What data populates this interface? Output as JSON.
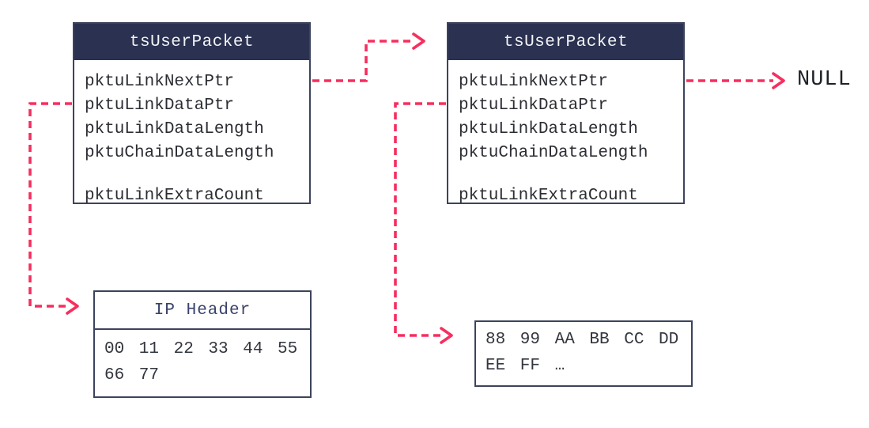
{
  "packets": [
    {
      "title": "tsUserPacket",
      "fields": [
        "pktuLinkNextPtr",
        "pktuLinkDataPtr",
        "pktuLinkDataLength",
        "pktuChainDataLength"
      ],
      "extra_field": "pktuLinkExtraCount"
    },
    {
      "title": "tsUserPacket",
      "fields": [
        "pktuLinkNextPtr",
        "pktuLinkDataPtr",
        "pktuLinkDataLength",
        "pktuChainDataLength"
      ],
      "extra_field": "pktuLinkExtraCount"
    }
  ],
  "null_label": "NULL",
  "ip_header_box": {
    "title": "IP Header",
    "lines": [
      "00 11 22 33 44 55",
      "66 77"
    ]
  },
  "payload_box": {
    "lines": [
      "88 99 AA BB CC DD",
      "EE FF …"
    ]
  },
  "colors": {
    "packet_header_bg": "#2B3150",
    "packet_header_text": "#F2F3F5",
    "box_border": "#3C435C",
    "field_text": "#2B2D33",
    "ip_title_text": "#39426B",
    "hex_text": "#33363E",
    "arrow": "#F72E5E",
    "null_text": "#1F2128",
    "background": "#FFFFFF"
  }
}
